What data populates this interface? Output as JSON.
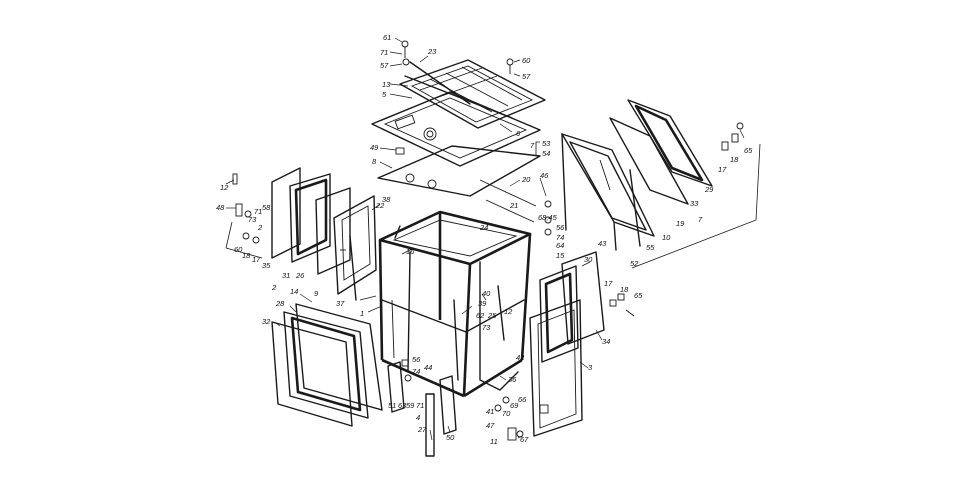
{
  "labels": [
    "61",
    "71",
    "57",
    "23",
    "60",
    "57",
    "13",
    "5",
    "6",
    "7",
    "53",
    "54",
    "49",
    "8",
    "65",
    "17",
    "18",
    "29",
    "33",
    "19",
    "7",
    "10",
    "46",
    "68,45",
    "56",
    "74",
    "64",
    "55",
    "43",
    "52",
    "15",
    "20",
    "21",
    "12",
    "48",
    "73",
    "71",
    "58",
    "2",
    "60",
    "18",
    "17",
    "35",
    "31",
    "2",
    "26",
    "9",
    "22",
    "38",
    "24",
    "16",
    "1",
    "37",
    "30",
    "17",
    "18",
    "65",
    "14",
    "28",
    "32",
    "39",
    "40",
    "62",
    "73",
    "25",
    "12",
    "34",
    "3",
    "42",
    "56",
    "74",
    "51",
    "63",
    "59",
    "71",
    "4",
    "44",
    "27",
    "50",
    "36",
    "41",
    "47",
    "70",
    "69",
    "66",
    "11",
    "67"
  ]
}
